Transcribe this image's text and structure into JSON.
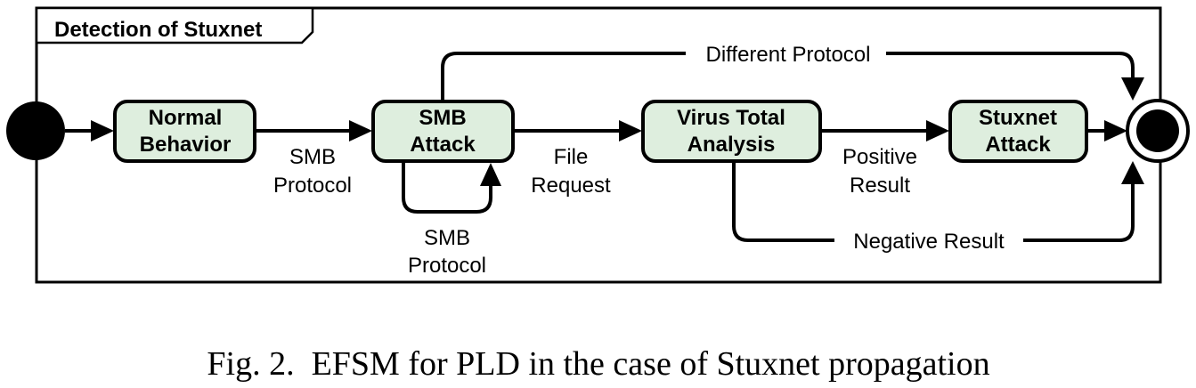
{
  "frame": {
    "title": "Detection of Stuxnet"
  },
  "states": {
    "normal": {
      "line1": "Normal",
      "line2": "Behavior"
    },
    "smb": {
      "line1": "SMB",
      "line2": "Attack"
    },
    "virus": {
      "line1": "Virus Total",
      "line2": "Analysis"
    },
    "stuxnet": {
      "line1": "Stuxnet",
      "line2": "Attack"
    }
  },
  "transitions": {
    "smb_protocol": {
      "line1": "SMB",
      "line2": "Protocol"
    },
    "smb_loop": {
      "line1": "SMB",
      "line2": "Protocol"
    },
    "file_request": {
      "line1": "File",
      "line2": "Request"
    },
    "positive_result": {
      "line1": "Positive",
      "line2": "Result"
    },
    "different_protocol": "Different Protocol",
    "negative_result": "Negative Result"
  },
  "caption": "Fig. 2.  EFSM for PLD in the case of Stuxnet propagation"
}
